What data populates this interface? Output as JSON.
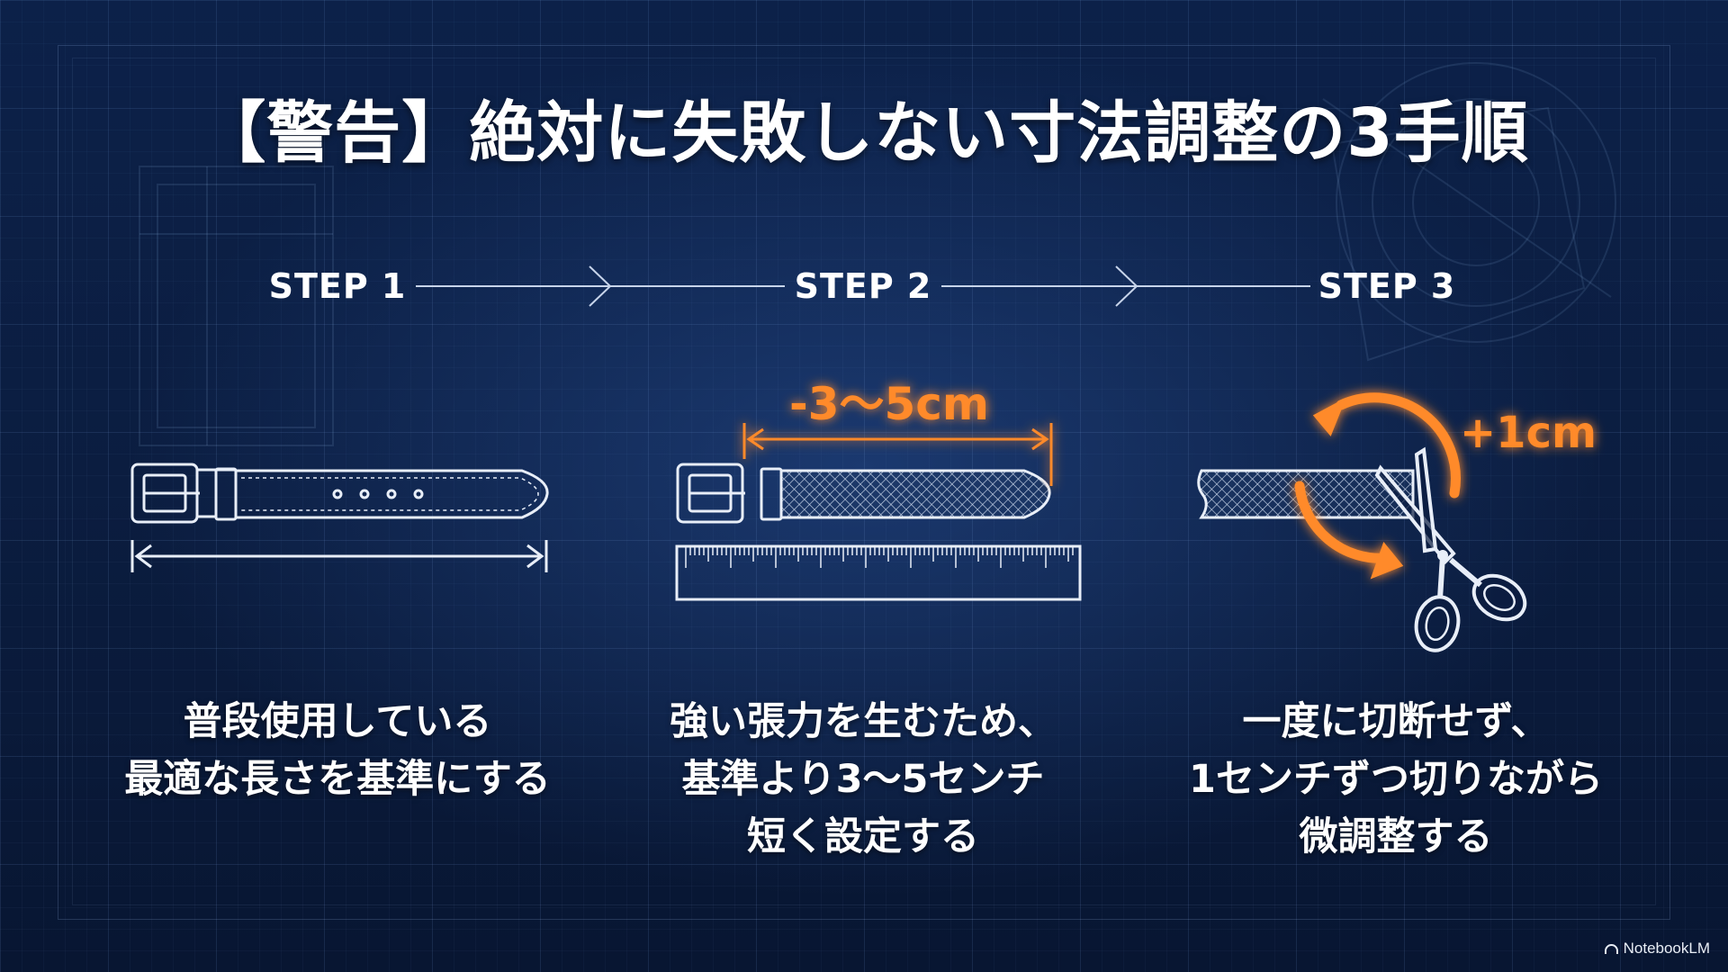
{
  "title": "【警告】絶対に失敗しない寸法調整の3手順",
  "steps": [
    {
      "label": "STEP 1",
      "caption": [
        "普段使用している",
        "最適な長さを基準にする"
      ]
    },
    {
      "label": "STEP 2",
      "measurement": "-3〜5cm",
      "caption": [
        "強い張力を生むため、",
        "基準より3〜5センチ",
        "短く設定する"
      ]
    },
    {
      "label": "STEP 3",
      "measurement": "+1cm",
      "caption": [
        "一度に切断せず、",
        "1センチずつ切りながら",
        "微調整する"
      ]
    }
  ],
  "brand": "NotebookLM",
  "colors": {
    "accent": "#ff8a2a",
    "background": "#0b1d40",
    "line": "#e8eef8"
  },
  "icons": [
    "belt-icon",
    "ruler-icon",
    "scissors-icon",
    "rotate-arrow-icon",
    "arrow-right-icon"
  ]
}
